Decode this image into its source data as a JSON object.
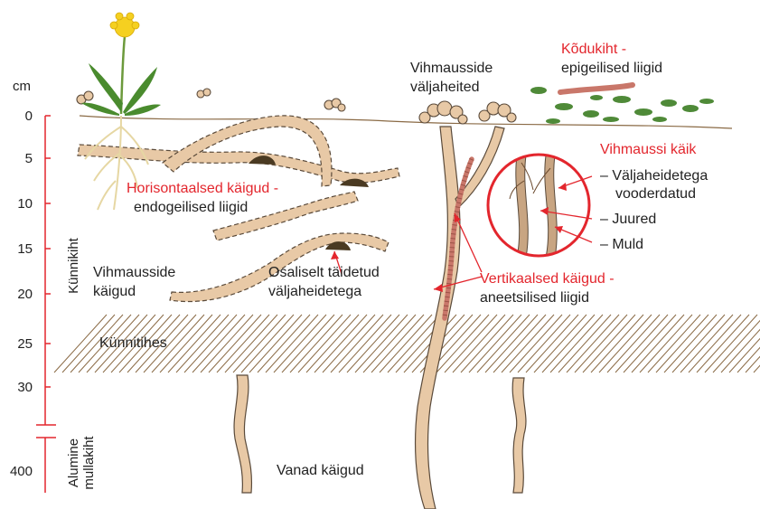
{
  "colors": {
    "tunnel_fill": "#e8c9a6",
    "tunnel_edge": "#5a4a3a",
    "accent_red": "#e3262d",
    "text": "#222222",
    "hatch": "#8a6a45",
    "soil_line": "#8a6a45",
    "leaf_green": "#4a8b2e",
    "flower_yellow": "#f5d020",
    "worm": "#c9776a",
    "root": "#e6d7a3",
    "cast": "#4a3a22"
  },
  "scale": {
    "unit": "cm",
    "ticks": [
      "0",
      "5",
      "10",
      "15",
      "20",
      "25",
      "30",
      "400"
    ],
    "plough_layer": "Künnikiht",
    "lower_layer_line1": "Alumine",
    "lower_layer_line2": "mullakiht"
  },
  "labels": {
    "casts_line1": "Vihmausside",
    "casts_line2": "väljaheited",
    "litter_line1": "Kõdukiht -",
    "litter_line2": "epigeilised liigid",
    "horizontal_line1": "Horisontaalsed käigud -",
    "horizontal_line2": "endogeilised liigid",
    "burrows_line1": "Vihmausside",
    "burrows_line2": "käigud",
    "partial_line1": "Osaliselt täidetud",
    "partial_line2": "väljaheidetega",
    "vertical_line1": "Vertikaalsed käigud -",
    "vertical_line2": "aneetsilised liigid",
    "plough_pan": "Künnitihes",
    "old_burrows": "Vanad käigud"
  },
  "inset": {
    "title": "Vihmaussi käik",
    "lined_line1": "– Väljaheidetega",
    "lined_line2": "vooderdatud",
    "roots": "– Juured",
    "soil": "– Muld"
  }
}
